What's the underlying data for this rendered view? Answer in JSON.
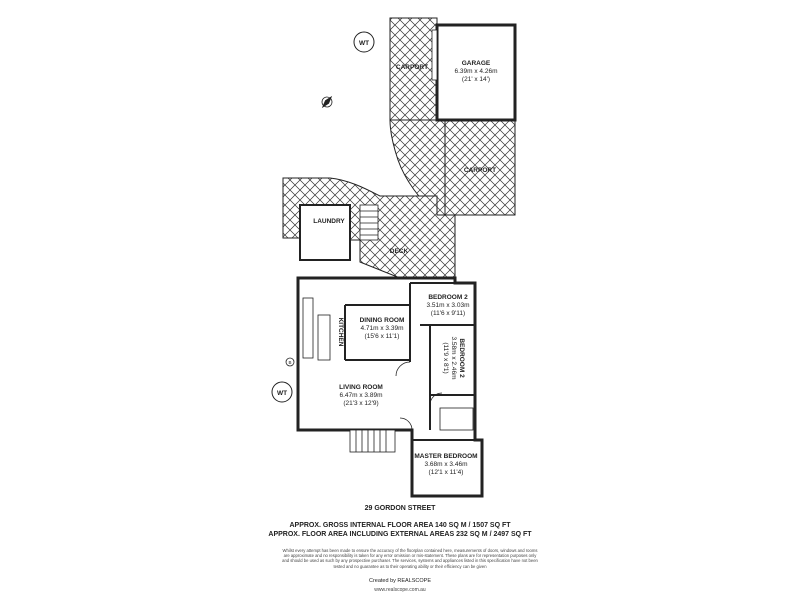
{
  "plan": {
    "rooms": {
      "garage": {
        "name": "GARAGE",
        "size_m": "6.39m x 4.26m",
        "size_ft": "(21' x 14')"
      },
      "carport_top": {
        "name": "CARPORT"
      },
      "carport_mid": {
        "name": "CARPORT"
      },
      "laundry": {
        "name": "LAUNDRY"
      },
      "deck": {
        "name": "DECK"
      },
      "kitchen": {
        "name": "KITCHEN"
      },
      "dining": {
        "name": "DINING ROOM",
        "size_m": "4.71m x 3.39m",
        "size_ft": "(15'6 x 11'1)"
      },
      "bedroom2a": {
        "name": "BEDROOM 2",
        "size_m": "3.51m x 3.03m",
        "size_ft": "(11'6 x 9'11)"
      },
      "bedroom2b": {
        "name": "BEDROOM 2",
        "size_m": "3.58m x 2.46m",
        "size_ft": "(11'9 x 8'1)"
      },
      "living": {
        "name": "LIVING ROOM",
        "size_m": "6.47m x 3.89m",
        "size_ft": "(21'3 x 12'9)"
      },
      "master": {
        "name": "MASTER BEDROOM",
        "size_m": "3.68m x 3.46m",
        "size_ft": "(12'1 x 11'4)"
      }
    },
    "symbols": {
      "water_tank_top": "WT",
      "water_tank_left": "WT",
      "small_marker": "B"
    },
    "icons": {
      "compass": "compass-icon"
    }
  },
  "footer": {
    "address": "29 GORDON STREET",
    "area_internal": "APPROX. GROSS INTERNAL FLOOR AREA 140 SQ M / 1507 SQ FT",
    "area_external": "APPROX. FLOOR AREA INCLUDING EXTERNAL AREAS 232 SQ M / 2497 SQ FT",
    "disclaimer": "Whilst every attempt has been made to ensure the accuracy of the floorplan contained here, measurements of doors, windows and rooms are approximate and no responsibility is taken for any error omission or mis-statement. These plans are for representation purposes only and should be used as such by any prospective purchaser. The services, systems and appliances listed in this specification have not been tested and no guarantee as to their operating ability or their efficiency can be given",
    "credit": "Created by REALSCOPE",
    "website": "www.realscope.com.au"
  }
}
